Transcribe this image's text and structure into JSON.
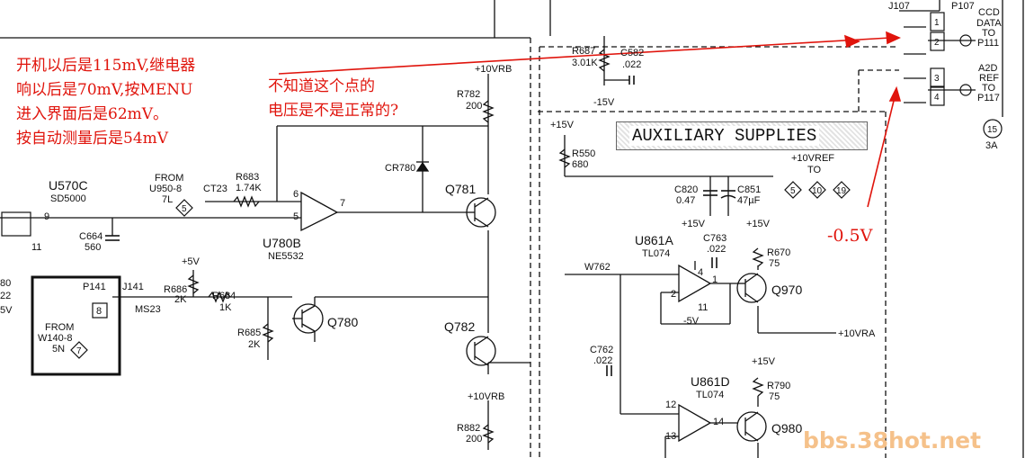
{
  "annotations": {
    "note_left": [
      "开机以后是115mV,继电器",
      "响以后是70mV,按MENU",
      "进入界面后是62mV。",
      "按自动测量后是54mV"
    ],
    "note_mid": [
      "不知道这个点的",
      "电压是不是正常的?"
    ],
    "note_right": "-0.5V",
    "watermark": "bbs.38hot.net",
    "color": "#e0140c"
  },
  "section_title": "AUXILIARY SUPPLIES",
  "components": {
    "u570c": [
      "U570C",
      "SD5000"
    ],
    "u780b": [
      "U780B",
      "NE5532"
    ],
    "u861a": [
      "U861A",
      "TL074"
    ],
    "u861d": [
      "U861D",
      "TL074"
    ],
    "q781": "Q781",
    "q782": "Q782",
    "q780": "Q780",
    "q970": "Q970",
    "q980": "Q980",
    "r687": [
      "R687",
      "3.01K"
    ],
    "c582": [
      "C582",
      ".022"
    ],
    "r782": [
      "R782",
      "200"
    ],
    "r882": [
      "R882",
      "200"
    ],
    "r683": [
      "R683",
      "1.74K"
    ],
    "r684": [
      "R684",
      "1K"
    ],
    "r686": [
      "R686",
      "2K"
    ],
    "r685": [
      "R685",
      "2K"
    ],
    "r550": [
      "R550",
      "680"
    ],
    "r670": [
      "R670",
      "75"
    ],
    "r790": [
      "R790",
      "75"
    ],
    "c820": [
      "C820",
      "0.47"
    ],
    "c851": [
      "C851",
      "47µF"
    ],
    "c763": [
      "C763",
      ".022"
    ],
    "c762": [
      "C762",
      ".022"
    ],
    "c664": [
      "C664",
      "560"
    ],
    "cr780": "CR780"
  },
  "nets": {
    "p15v": "+15V",
    "m15v": "-15V",
    "m5v": "-5V",
    "p5v": "+5V",
    "p10v_rb": "+10VRB",
    "p10v_ref": "+10VREF",
    "p10v_ra": "+10VRA",
    "w762": "W762",
    "ct23": "CT23",
    "ms23": "MS23",
    "to": "TO"
  },
  "connectors": {
    "j107": "J107",
    "p107": "P107",
    "j141": "J141",
    "p141": "P141",
    "ccd_data": [
      "CCD",
      "DATA",
      "TO",
      "P111"
    ],
    "a2d_ref": [
      "A2D",
      "REF",
      "TO",
      "P117"
    ],
    "pins": [
      "1",
      "2",
      "3",
      "4",
      "8",
      "9",
      "11",
      "6",
      "5",
      "7",
      "4",
      "1",
      "2",
      "11",
      "12",
      "13",
      "14"
    ],
    "page_ref": [
      "15",
      "3A"
    ],
    "ref_circles": [
      "5",
      "10",
      "19"
    ]
  },
  "from_labels": {
    "u950": [
      "FROM",
      "U950-8",
      "7L",
      "5"
    ],
    "w140": [
      "FROM",
      "W140-8",
      "5N",
      "7"
    ]
  },
  "edge_labels": [
    "80",
    "22",
    "5V"
  ]
}
